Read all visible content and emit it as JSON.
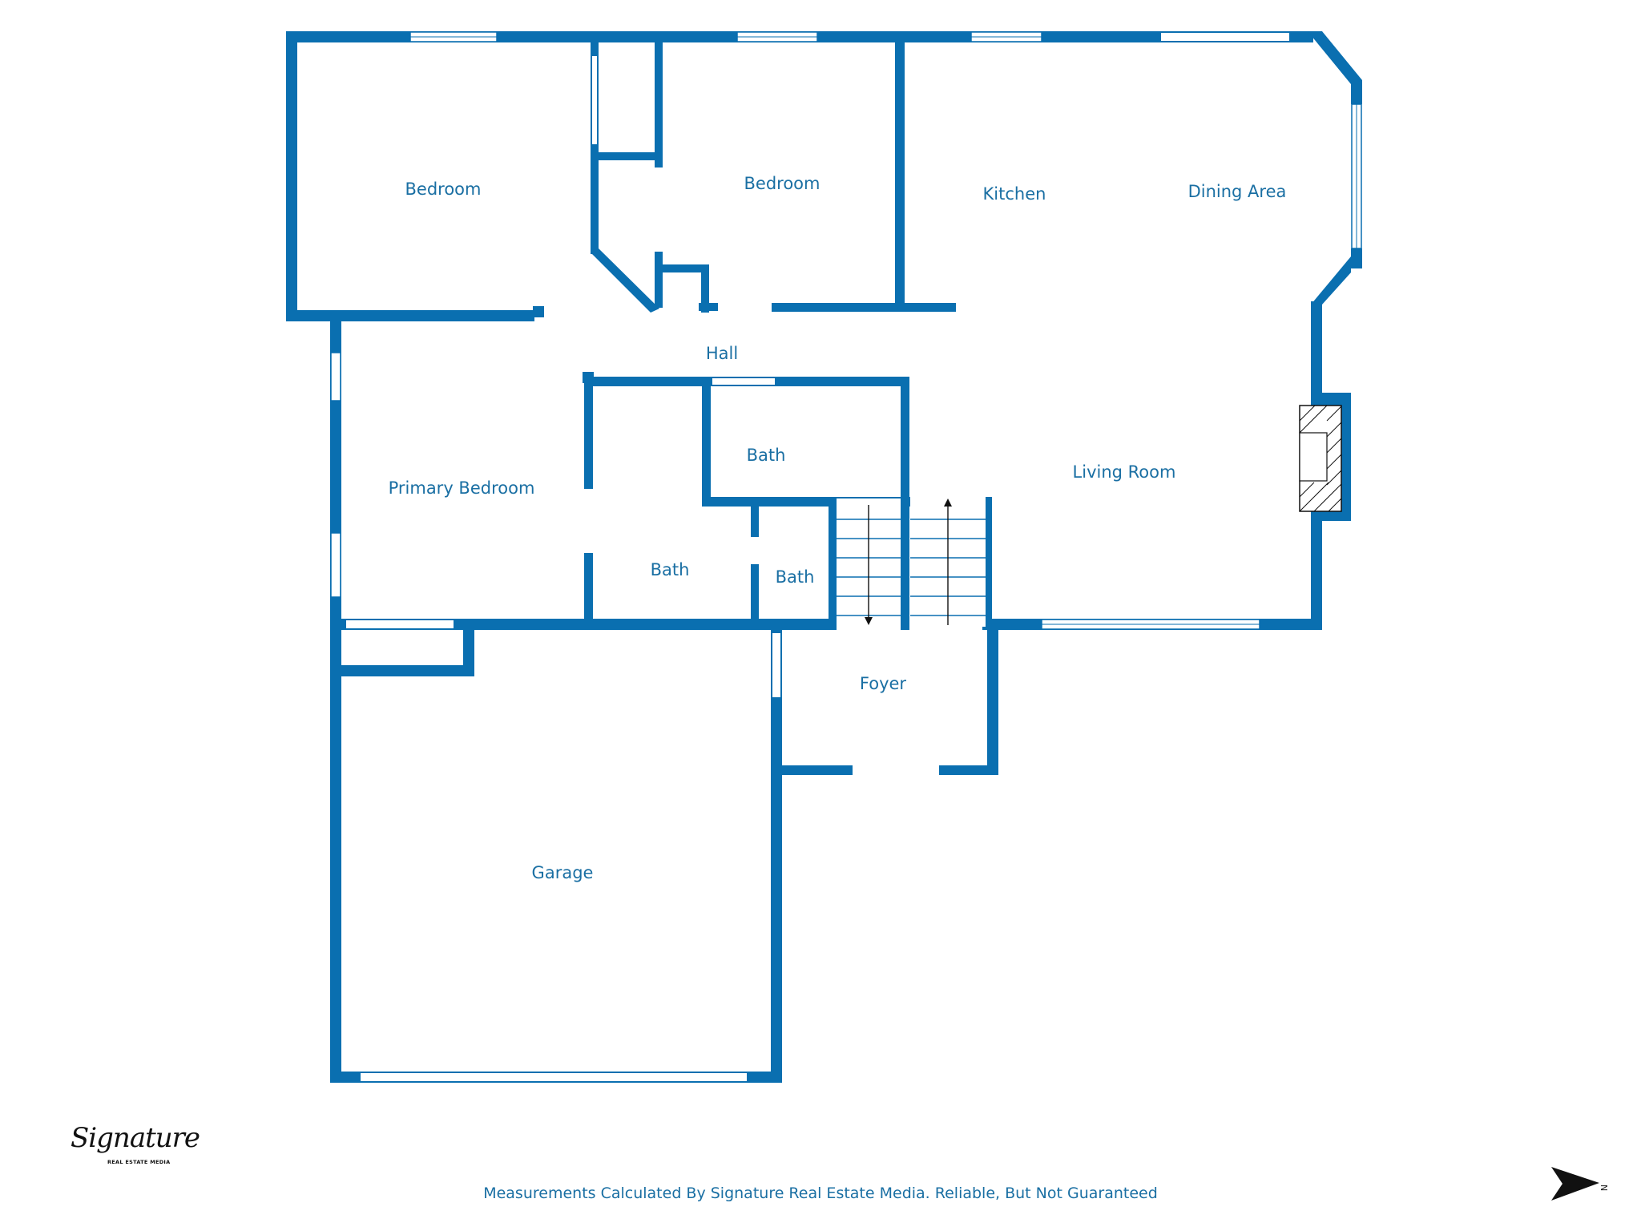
{
  "rooms": {
    "bedroom_1": "Bedroom",
    "bedroom_2": "Bedroom",
    "kitchen": "Kitchen",
    "dining_area": "Dining Area",
    "hall": "Hall",
    "primary_bedroom": "Primary Bedroom",
    "bath_1": "Bath",
    "bath_2": "Bath",
    "bath_3": "Bath",
    "living_room": "Living Room",
    "foyer": "Foyer",
    "garage": "Garage"
  },
  "footer": {
    "disclaimer": "Measurements Calculated By Signature Real Estate Media. Reliable, But Not Guaranteed"
  },
  "logo": {
    "script": "Signature",
    "subtitle": "REAL ESTATE MEDIA"
  },
  "compass": {
    "label": "N"
  },
  "colors": {
    "wall": "#0a6fb0",
    "label": "#1a6fa3"
  },
  "icons": [
    "north-arrow-icon",
    "fireplace-icon",
    "stairs-icon"
  ]
}
